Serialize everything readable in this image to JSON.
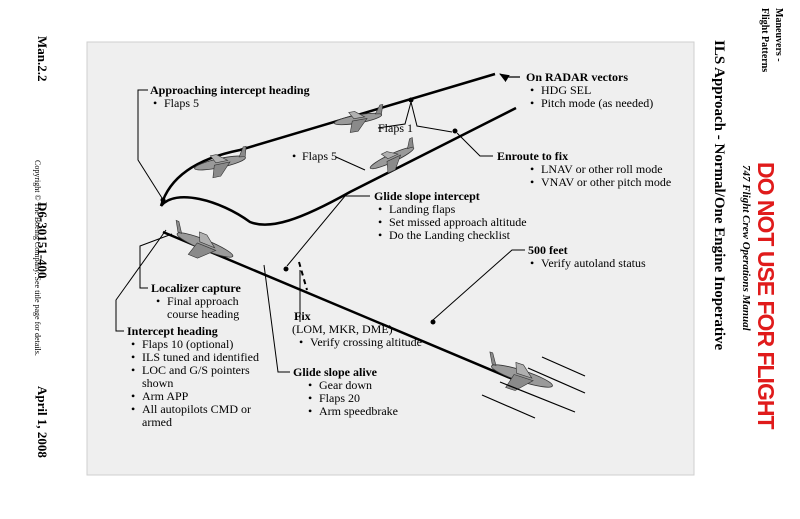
{
  "header": {
    "section_line1": "Maneuvers -",
    "section_line2": "Flight Patterns",
    "manual_title": "747 Flight Crew Operations Manual",
    "stamp": "DO NOT USE FOR FLIGHT"
  },
  "page_title": "ILS Approach - Normal/One Engine Inoperative",
  "left_margin": {
    "section_number": "Man.2.2",
    "copyright": "Copyright © The Boeing Company. See title page for details.",
    "document_number": "D6-30151-400",
    "date": "April 1, 2008"
  },
  "callouts": {
    "approaching_intercept": {
      "heading": "Approaching intercept heading",
      "items": [
        "Flaps 5"
      ]
    },
    "on_radar_vectors": {
      "heading": "On RADAR vectors",
      "items": [
        "HDG SEL",
        "Pitch mode (as needed)"
      ]
    },
    "enroute_to_fix": {
      "heading": "Enroute to fix",
      "items": [
        "LNAV or other roll mode",
        "VNAV or other pitch mode"
      ]
    },
    "glide_slope_intercept": {
      "heading": "Glide slope intercept",
      "items": [
        "Landing flaps",
        "Set missed approach altitude",
        "Do the Landing checklist"
      ]
    },
    "feet_500": {
      "heading": "500 feet",
      "items": [
        "Verify autoland status"
      ]
    },
    "localizer_capture": {
      "heading": "Localizer capture",
      "items": [
        "Final approach",
        "course heading"
      ]
    },
    "fix": {
      "heading": "Fix",
      "subheading": "(LOM, MKR, DME)",
      "items": [
        "Verify crossing altitude"
      ]
    },
    "glide_slope_alive": {
      "heading": "Glide slope alive",
      "items": [
        "Gear down",
        "Flaps 20",
        "Arm speedbrake"
      ]
    },
    "intercept_heading": {
      "heading": "Intercept heading",
      "items": [
        "Flaps 10 (optional)",
        "ILS tuned and identified",
        "LOC and G/S pointers",
        "shown",
        "Arm APP",
        "All autopilots CMD or",
        "armed"
      ]
    }
  },
  "path_labels": {
    "flaps_1": "Flaps 1",
    "flaps_5": "Flaps 5"
  },
  "bullet": "•",
  "colors": {
    "stamp": "#e01b1b",
    "aircraft_fill": "#9a9a9a",
    "panel_background": "#efefef"
  }
}
